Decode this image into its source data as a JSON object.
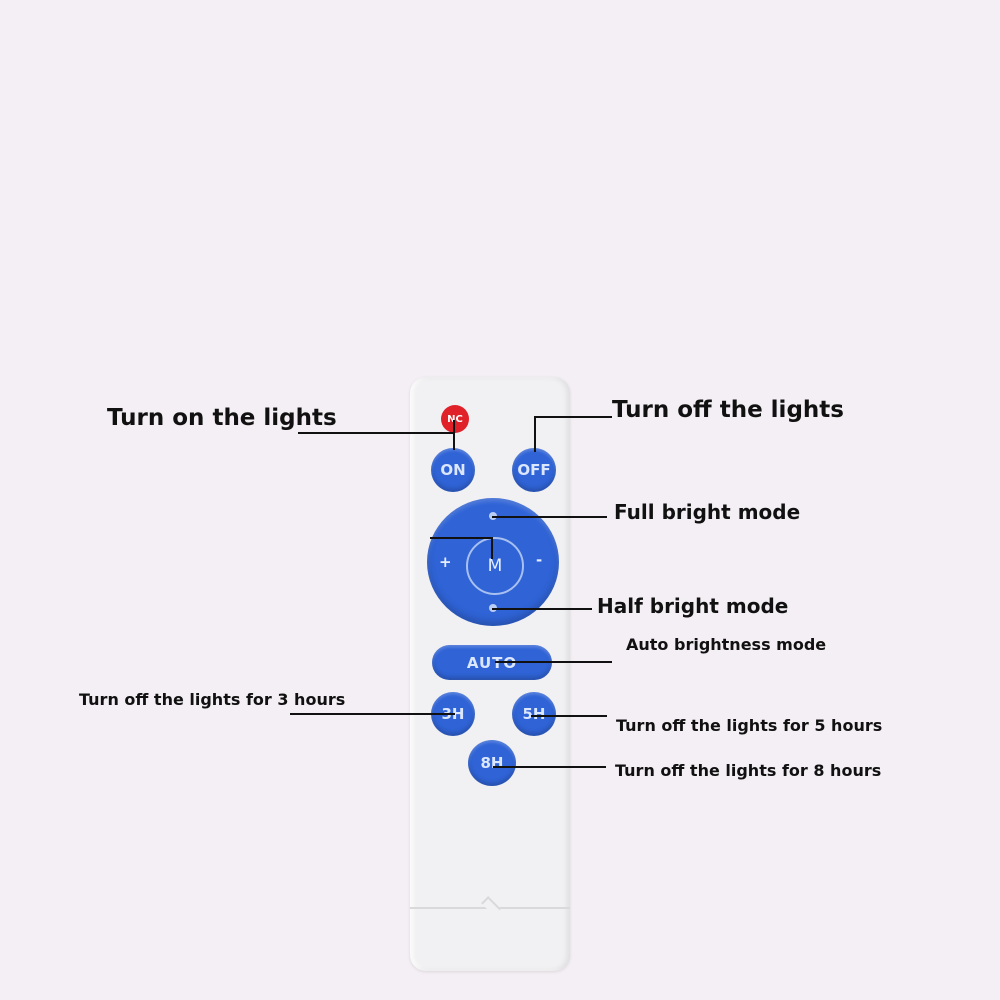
{
  "remote": {
    "nc_label": "NC",
    "on_label": "ON",
    "off_label": "OFF",
    "center_label": "M",
    "plus_label": "+",
    "minus_label": "-",
    "auto_label": "AUTO",
    "h3_label": "3H",
    "h5_label": "5H",
    "h8_label": "8H"
  },
  "labels": {
    "turn_on": "Turn on the lights",
    "turn_off": "Turn off the lights",
    "full_bright": "Full bright mode",
    "half_bright": "Half bright mode",
    "auto_brightness": "Auto brightness mode",
    "off_3h": "Turn off the lights for 3 hours",
    "off_5h": "Turn off the lights for 5 hours",
    "off_8h": "Turn off the lights for 8 hours"
  },
  "colors": {
    "background": "#f4eff4",
    "remote_body": "#f1f1f3",
    "button_blue": "#2f63d6",
    "nc_red": "#e0212a"
  }
}
